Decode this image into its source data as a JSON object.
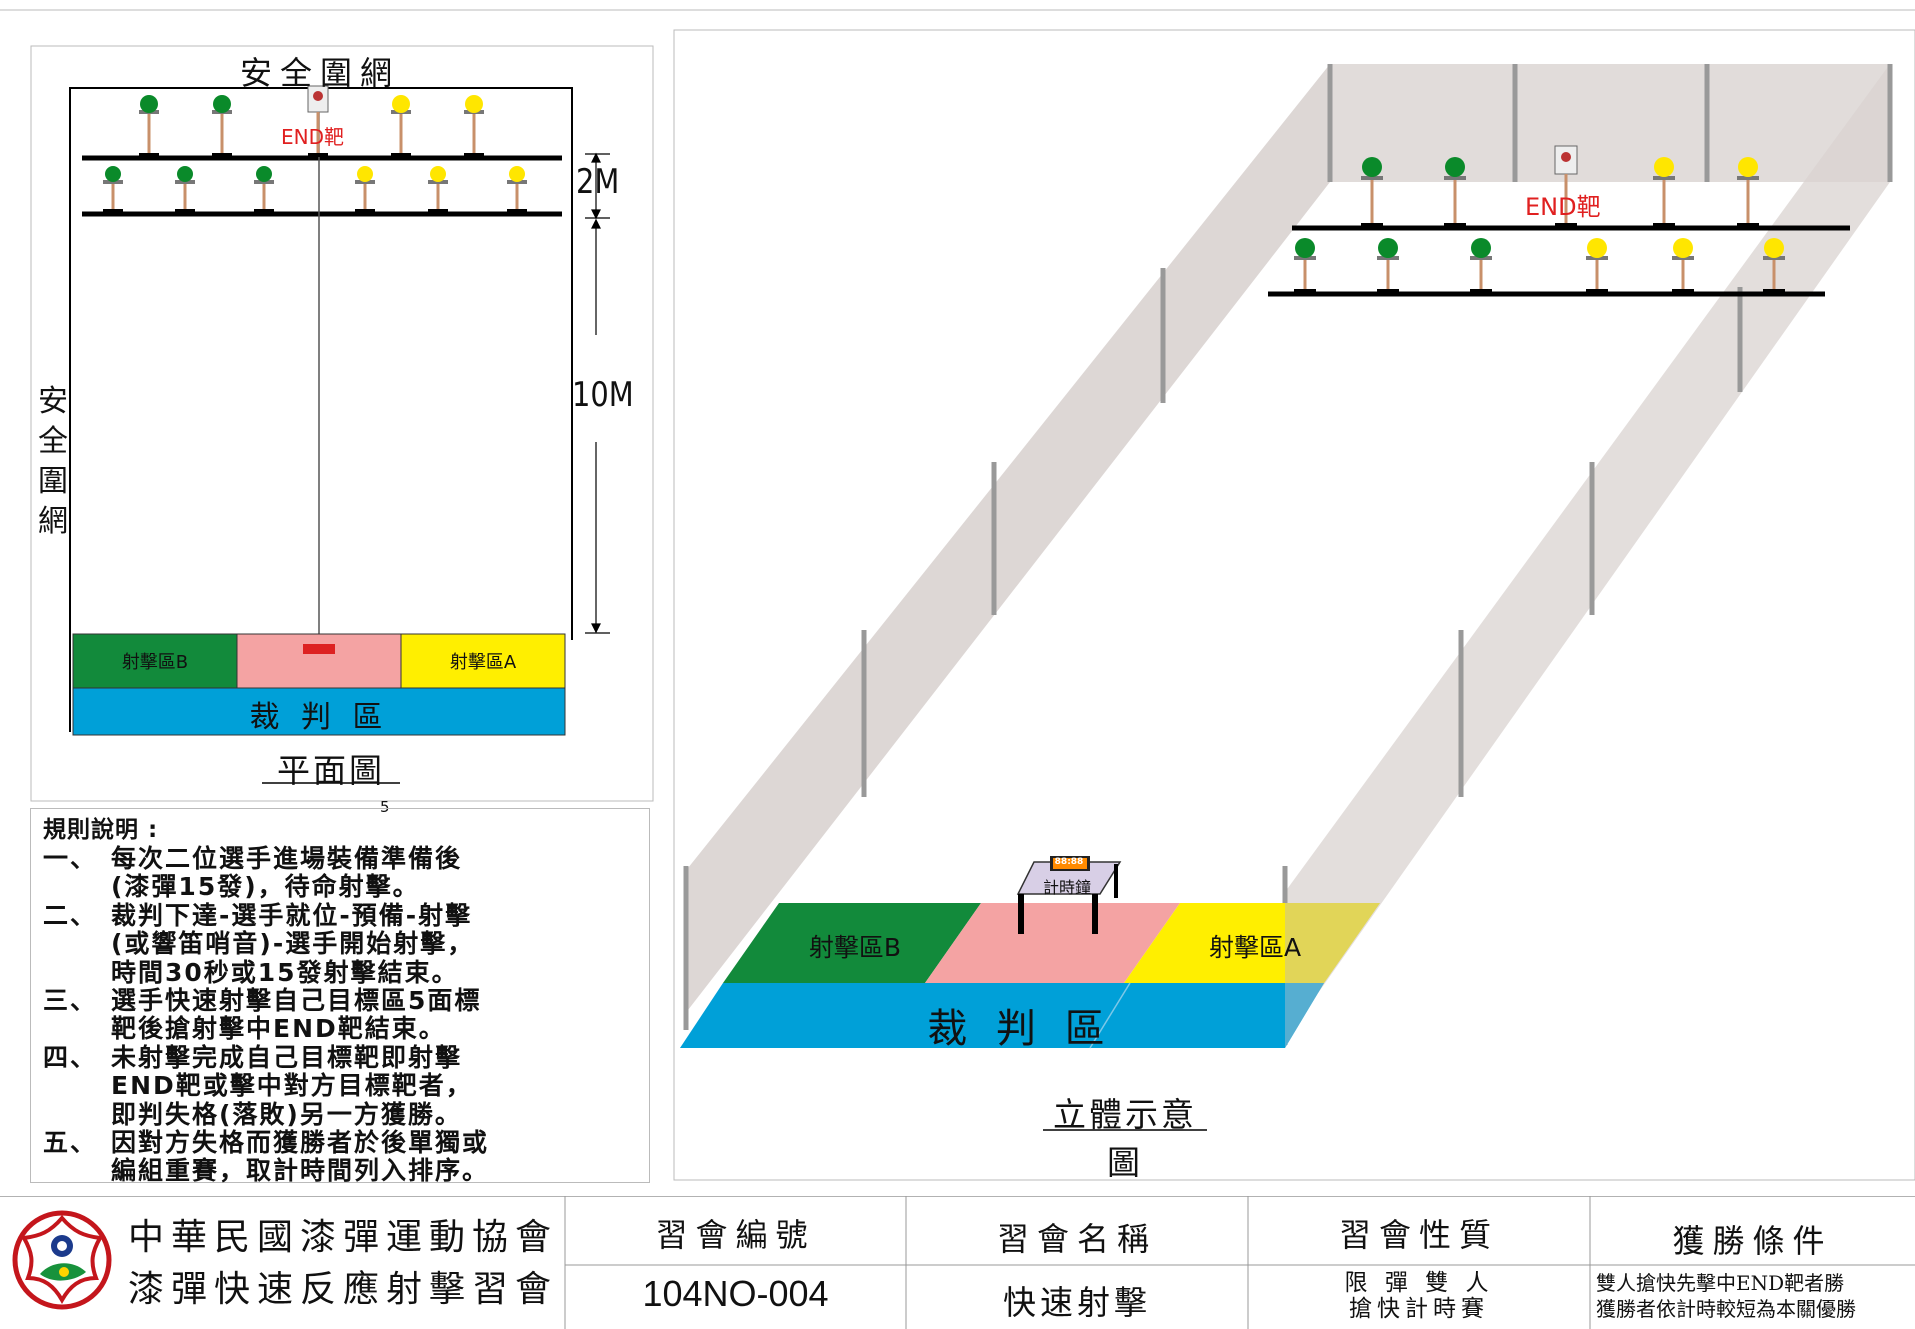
{
  "plan": {
    "top_net_label": "安全圍網",
    "side_net_label": "安全圍網",
    "end_target_label": "END靶",
    "dim_2m": "2M",
    "dim_10m": "10M",
    "zone_b": "射擊區B",
    "zone_a": "射擊區A",
    "judge_area": "裁 判 區",
    "caption": "平面圖",
    "page_number": "5"
  },
  "perspective": {
    "end_target_label": "END靶",
    "zone_b": "射擊區B",
    "zone_a": "射擊區A",
    "judge_area": "裁 判 區",
    "timer_display": "88:88",
    "timer_label": "計時鐘",
    "caption": "立體示意圖"
  },
  "rules": {
    "heading": "規則說明 :",
    "items": [
      {
        "num": "一、",
        "lines": [
          "每次二位選手進場裝備準備後",
          "(漆彈15發)，待命射擊。"
        ]
      },
      {
        "num": "二、",
        "lines": [
          "裁判下達-選手就位-預備-射擊",
          "(或響笛哨音)-選手開始射擊，",
          "時間30秒或15發射擊結束。"
        ]
      },
      {
        "num": "三、",
        "lines": [
          "選手快速射擊自己目標區5面標",
          "靶後搶射擊中END靶結束。"
        ]
      },
      {
        "num": "四、",
        "lines": [
          "未射擊完成自己目標靶即射擊",
          "END靶或擊中對方目標靶者，",
          "即判失格(落敗)另一方獲勝。"
        ]
      },
      {
        "num": "五、",
        "lines": [
          "因對方失格而獲勝者於後單獨或",
          "編組重賽，取計時間列入排序。"
        ]
      }
    ]
  },
  "footer": {
    "org_line1": "中華民國漆彈運動協會",
    "org_line2": "漆彈快速反應射擊習會",
    "headers": [
      "習會編號",
      "習會名稱",
      "習會性質",
      "獲勝條件"
    ],
    "code": "104NO-004",
    "name": "快速射擊",
    "nature_line1": "限 彈 雙 人",
    "nature_line2": "搶快計時賽",
    "win_line1": "雙人搶快先擊中END靶者勝",
    "win_line2": "獲勝者依計時較短為本關優勝"
  },
  "colors": {
    "green_zone": "#128a3b",
    "yellow_zone": "#ffef00",
    "pink_zone": "#f4a3a3",
    "judge_blue": "#00a0d8",
    "net_gray": "#d9d3d0",
    "green_target": "#0a8a2a",
    "yellow_target": "#ffe600",
    "red_text": "#e02020"
  }
}
